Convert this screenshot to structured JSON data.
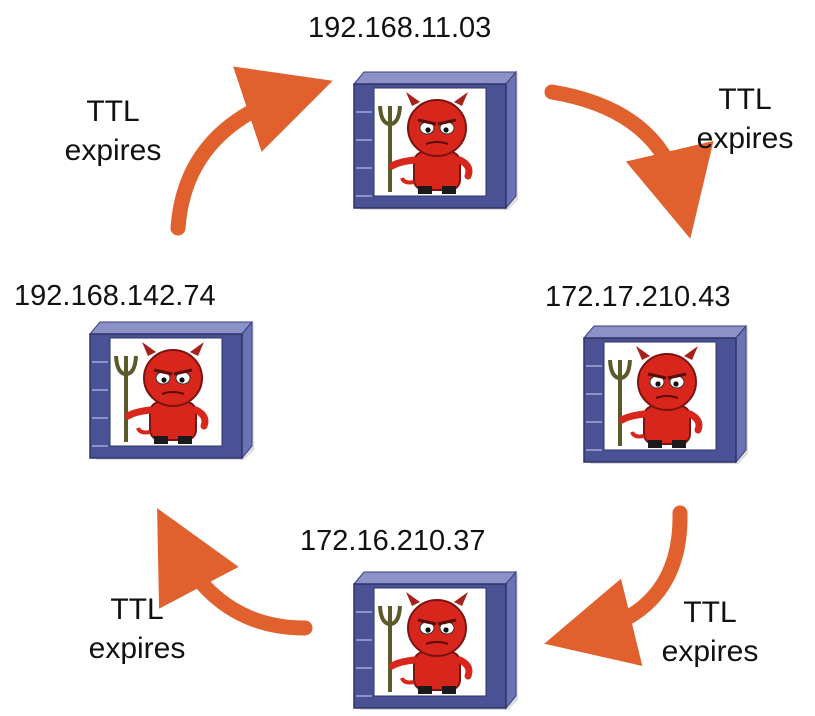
{
  "diagram": {
    "nodes": [
      {
        "id": "top",
        "ip": "192.168.11.03"
      },
      {
        "id": "right",
        "ip": "172.17.210.43"
      },
      {
        "id": "bottom",
        "ip": "172.16.210.37"
      },
      {
        "id": "left",
        "ip": "192.168.142.74"
      }
    ],
    "edges": [
      {
        "line1": "TTL",
        "line2": "expires"
      },
      {
        "line1": "TTL",
        "line2": "expires"
      },
      {
        "line1": "TTL",
        "line2": "expires"
      },
      {
        "line1": "TTL",
        "line2": "expires"
      }
    ],
    "colors": {
      "arrow": "#E0602E",
      "server_face": "#4A5296",
      "server_side": "#6C73B4",
      "server_top": "#8C92C8",
      "devil": "#D8261C"
    },
    "icons": [
      "server-icon",
      "devil-mascot-icon"
    ]
  }
}
